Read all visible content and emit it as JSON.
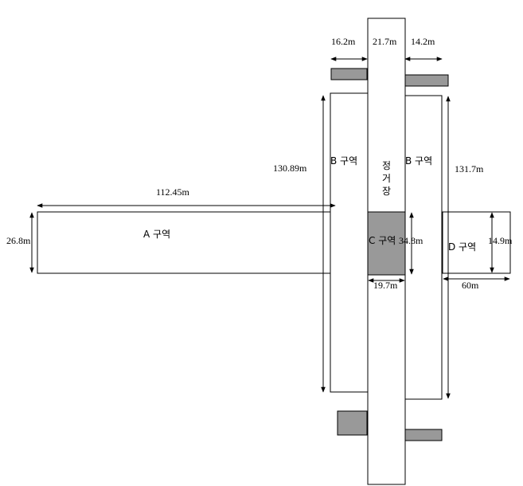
{
  "zones": {
    "a_label": "A  구역",
    "b_left_label": "B 구역",
    "b_right_label": "B 구역",
    "c_label": "C 구역",
    "d_label": "D 구역",
    "station_chars": [
      "정",
      "거",
      "장"
    ]
  },
  "dimensions": {
    "top_left": "16.2m",
    "top_center": "21.7m",
    "top_right": "14.2m",
    "b_left_height": "130.89m",
    "b_right_height": "131.7m",
    "a_length": "112.45m",
    "a_height": "26.8m",
    "c_height": "34.8m",
    "c_width": "19.7m",
    "d_height": "14.9m",
    "d_width": "60m"
  },
  "colors": {
    "gray_fill": "#999999",
    "line": "#000000",
    "background": "#ffffff"
  }
}
